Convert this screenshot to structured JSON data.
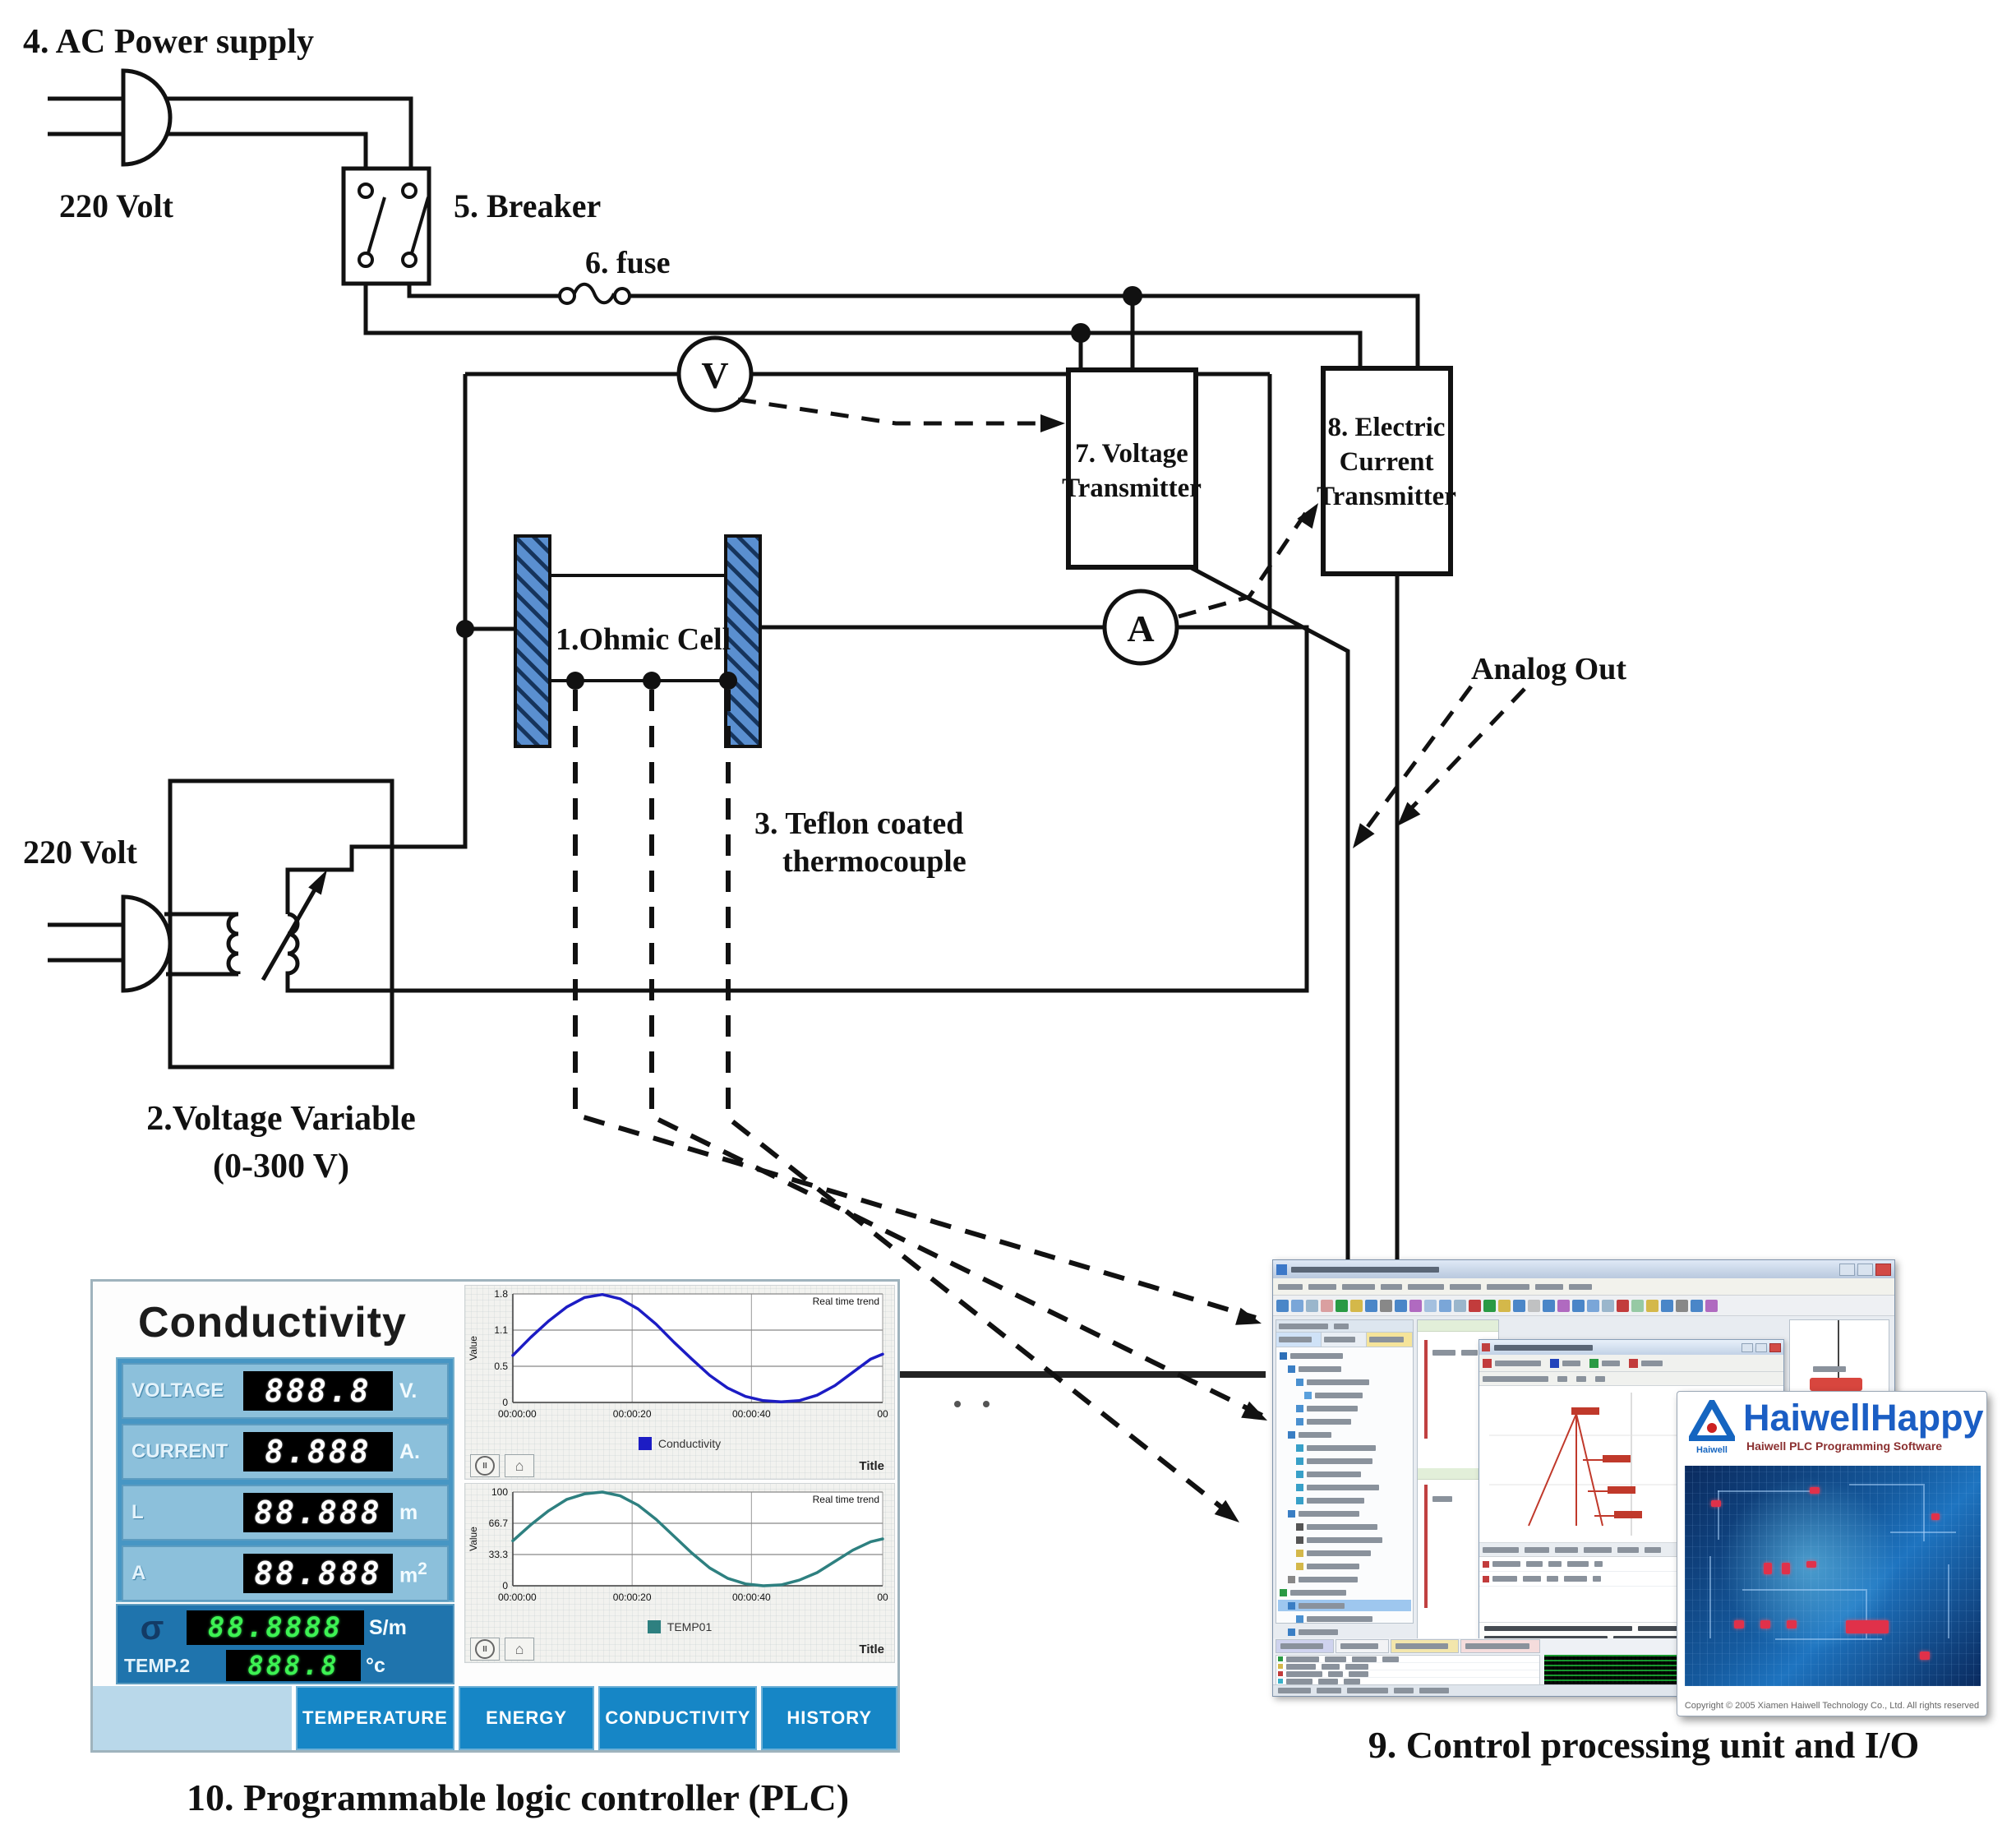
{
  "schematic": {
    "power_supply_label": "4. AC  Power supply",
    "voltage_220_top": "220 Volt",
    "breaker_label": "5. Breaker",
    "fuse_label": "6. fuse",
    "voltmeter_symbol": "V",
    "ammeter_symbol": "A",
    "ohmic_cell_label": "1.Ohmic Cell",
    "thermocouple_line1": "3. Teflon coated",
    "thermocouple_line2": "thermocouple",
    "vt_line1": "7. Voltage",
    "vt_line2": "Transmitter",
    "ct_line1": "8. Electric",
    "ct_line2": "Current",
    "ct_line3": "Transmitter",
    "voltage_220_bottom": "220 Volt",
    "variac_line1": "2.Voltage Variable",
    "variac_line2": "(0-300 V)",
    "analog_out": "Analog Out",
    "cpu_caption": "9. Control processing unit and I/O",
    "plc_caption": "10. Programmable logic controller (PLC)"
  },
  "plc_panel": {
    "title": "Conductivity",
    "displays": [
      {
        "label": "VOLTAGE",
        "value": "888.8",
        "unit": "V."
      },
      {
        "label": "CURRENT",
        "value": "8.888",
        "unit": "A."
      },
      {
        "label": "L",
        "value": "88.888",
        "unit": "m"
      },
      {
        "label": "A",
        "value": "88.888",
        "unit": "m",
        "unit_sup": "2"
      }
    ],
    "sigma": {
      "label": "σ",
      "value": "88.8888",
      "unit": "S/m"
    },
    "temp": {
      "label": "TEMP.2",
      "value": "888.8",
      "unit": "°c"
    },
    "buttons": [
      "TEMPERATURE",
      "ENERGY",
      "CONDUCTIVITY",
      "HISTORY"
    ]
  },
  "chart_data": [
    {
      "type": "line",
      "title": "Real time trend",
      "ylabel": "Value",
      "footer": "Title",
      "legend": "Conductivity",
      "color": "#1c1cc4",
      "ylim": [
        0,
        1.8
      ],
      "ytick_labels": [
        "1.8",
        "1.1",
        "0.5",
        "0"
      ],
      "xtick_labels": [
        "00:00:00",
        "00:00:20",
        "00:00:40",
        "00"
      ],
      "x": [
        0,
        3,
        6,
        9,
        12,
        15,
        18,
        21,
        24,
        27,
        30,
        33,
        36,
        39,
        42,
        45,
        48,
        51,
        54,
        57,
        60,
        62
      ],
      "y": [
        0.78,
        1.08,
        1.35,
        1.58,
        1.74,
        1.79,
        1.72,
        1.55,
        1.3,
        1.0,
        0.72,
        0.45,
        0.24,
        0.1,
        0.03,
        0.01,
        0.03,
        0.12,
        0.28,
        0.5,
        0.72,
        0.8
      ]
    },
    {
      "type": "line",
      "title": "Real time trend",
      "ylabel": "Value",
      "footer": "Title",
      "legend": "TEMP01",
      "color": "#2e8080",
      "ylim": [
        0,
        100
      ],
      "ytick_labels": [
        "100",
        "66.7",
        "33.3",
        "0"
      ],
      "xtick_labels": [
        "00:00:00",
        "00:00:20",
        "00:00:40",
        "00"
      ],
      "x": [
        0,
        3,
        6,
        9,
        12,
        15,
        18,
        21,
        24,
        27,
        30,
        33,
        36,
        39,
        42,
        45,
        48,
        51,
        54,
        57,
        60,
        62
      ],
      "y": [
        48,
        65,
        80,
        92,
        98,
        100,
        96,
        86,
        71,
        53,
        35,
        19,
        8,
        2,
        0,
        1,
        6,
        14,
        26,
        38,
        47,
        50
      ]
    }
  ],
  "haiwell": {
    "splash_title": "HaiwellHappy",
    "splash_subtitle": "Haiwell PLC Programming Software",
    "logo_text": "Haiwell",
    "copyright": "Copyright © 2005  Xiamen Haiwell Technology Co., Ltd.  All rights reserved"
  }
}
